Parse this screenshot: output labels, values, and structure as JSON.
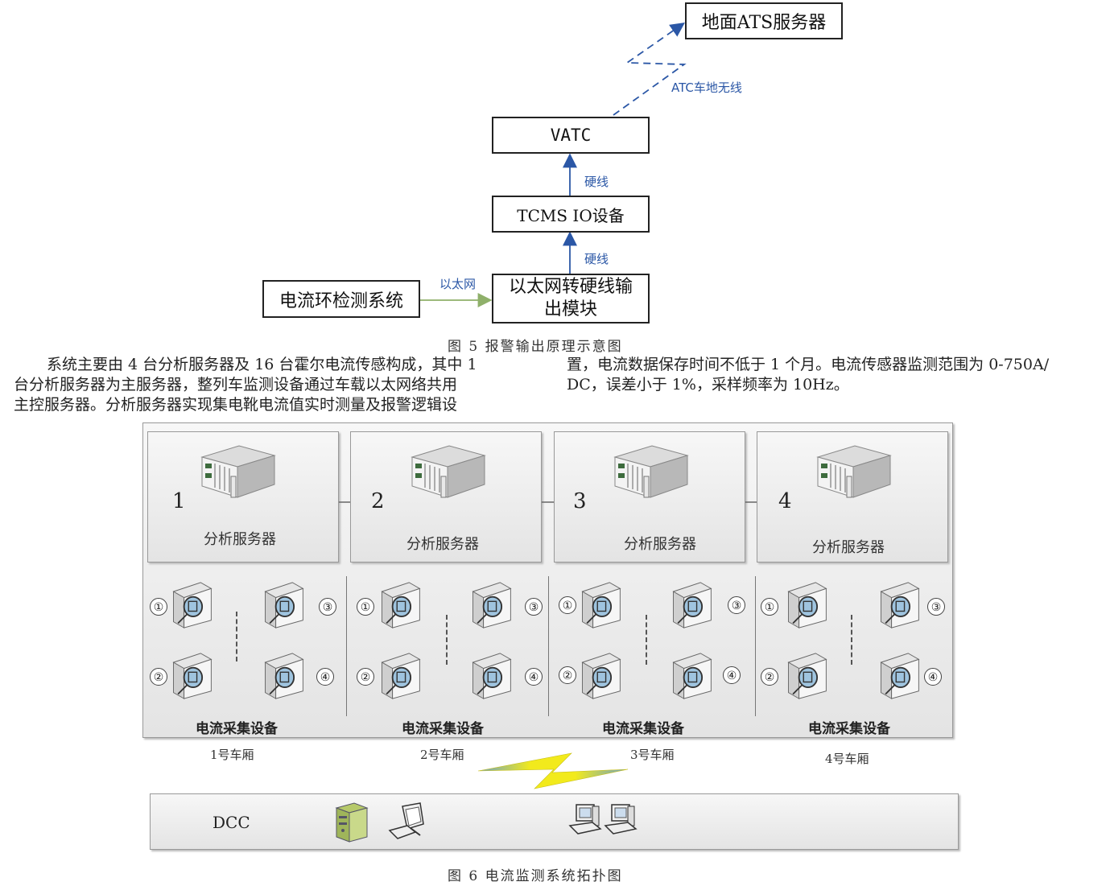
{
  "fig5": {
    "ground_server": "地面ATS服务器",
    "wireless": "ATC车地无线",
    "vatc": "VATC",
    "hardwire_top": "硬线",
    "tcms": "TCMS IO设备",
    "hardwire_bottom": "硬线",
    "ethernet": "以太网",
    "detect_system": "电流环检测系统",
    "module_line1": "以太网转硬线输",
    "module_line2": "出模块",
    "caption": "图 5 报警输出原理示意图"
  },
  "body_text": {
    "left": [
      "系统主要由 4 台分析服务器及 16 台霍尔电流传感构成，其中 1",
      "台分析服务器为主服务器，整列车监测设备通过车载以太网络共用",
      "主控服务器。分析服务器实现集电靴电流值实时测量及报警逻辑设"
    ],
    "right": [
      "置，电流数据保存时间不低于 1 个月。电流传感器监测范围为 0-750A/",
      "DC，误差小于 1%，采样频率为 10Hz。"
    ]
  },
  "fig6": {
    "servers": [
      {
        "num": "1",
        "label": "分析服务器"
      },
      {
        "num": "2",
        "label": "分析服务器"
      },
      {
        "num": "3",
        "label": "分析服务器"
      },
      {
        "num": "4",
        "label": "分析服务器"
      }
    ],
    "sensor_ids": [
      "①",
      "②",
      "③",
      "④"
    ],
    "group_label": "电流采集设备",
    "cars": [
      "1号车厢",
      "2号车厢",
      "3号车厢",
      "4号车厢"
    ],
    "dcc": "DCC",
    "caption": "图 6 电流监测系统拓扑图"
  },
  "colors": {
    "link_blue": "#2b57a6",
    "ethernet_green": "#8fb06a",
    "bolt_yellow": "#f2ea1c"
  }
}
